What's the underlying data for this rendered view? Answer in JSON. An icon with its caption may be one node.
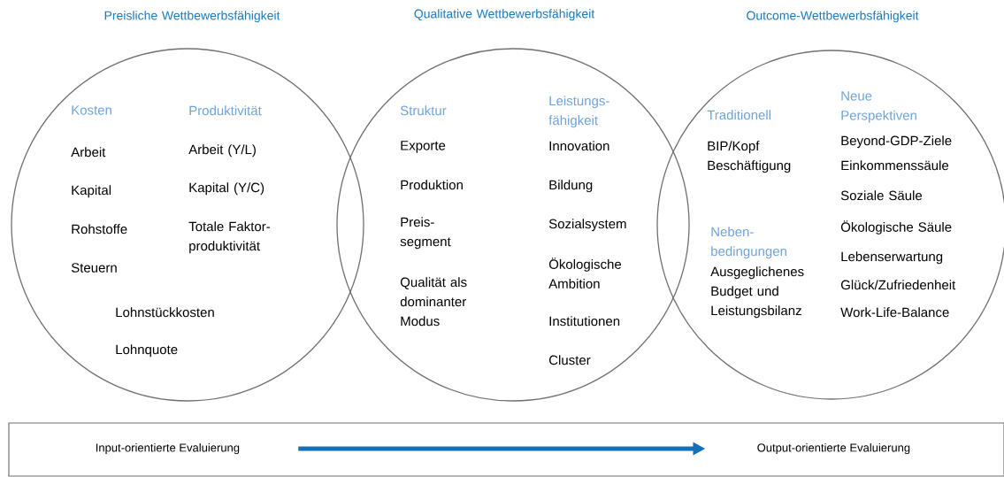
{
  "diagram": {
    "nodes": [
      {
        "text": [
          "Preisliche Wettbewerbsfähigkeit",
          "Kosten",
          "Produktivität",
          "Arbeit",
          "Kapital",
          "Rohstoffe",
          "Steuern",
          "Arbeit (Y/L)",
          "Kapital (Y/C)",
          "Totale Faktor- produktivität",
          "Lohnstückkosten",
          "Lohnquote"
        ]
      },
      {
        "text": [
          "Qualitative Wettbewerbsfähigkeit",
          "Struktur",
          "Leistungs- fähigkeit",
          "Exporte",
          "Produktion",
          "Preis- segment",
          "Qualität als dominanter Modus",
          "Innovation",
          "Bildung",
          "Sozialsystem",
          "Ökologische Ambition",
          "Institutionen",
          "Cluster"
        ]
      },
      {
        "text": [
          "Outcome-Wettbewerbsfähigkeit",
          "Traditionell",
          "Neue Perspektiven",
          "BIP/Kopf",
          "Beschäftigung",
          "Neben- bedingungen",
          "Ausgeglichenes Budget und Leistungsbilanz",
          "Beyond-GDP-Ziele",
          "Einkommenssäule",
          "Soziale Säule",
          "Ökologische Säule",
          "Lebenserwartung",
          "Glück/Zufriedenheit",
          "Work-Life-Balance"
        ]
      },
      {
        "text": [],
        "shape": "box"
      },
      {
        "text": [
          "Input-orientierte Evaluierung"
        ],
        "in": 3
      },
      {
        "text": [
          "Output-orientierte Evaluierung"
        ],
        "in": 3
      }
    ],
    "edges": [
      {
        "from": 4,
        "to": 5,
        "arrow": "to",
        "color": "#1670b5"
      }
    ]
  }
}
